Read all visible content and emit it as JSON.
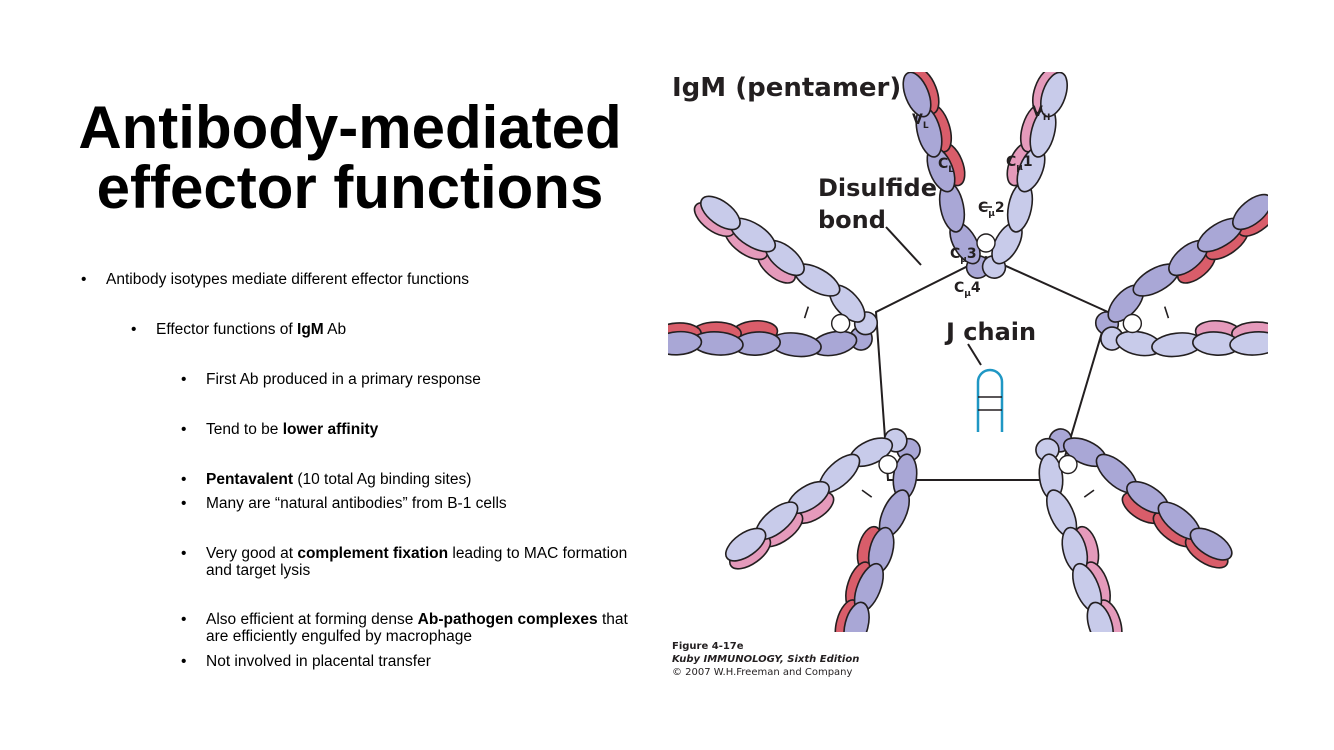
{
  "slide": {
    "title_line1": "Antibody-mediated",
    "title_line2": "effector functions"
  },
  "bullets": [
    {
      "level": 1,
      "segments": [
        {
          "t": "Antibody isotypes mediate different effector functions",
          "b": false
        }
      ]
    },
    {
      "level": 2,
      "segments": [
        {
          "t": "Effector functions of ",
          "b": false
        },
        {
          "t": "IgM",
          "b": true
        },
        {
          "t": " Ab",
          "b": false
        }
      ]
    },
    {
      "level": 3,
      "segments": [
        {
          "t": "First Ab produced in a primary response",
          "b": false
        }
      ]
    },
    {
      "level": 3,
      "segments": [
        {
          "t": "Tend to be ",
          "b": false
        },
        {
          "t": "lower affinity",
          "b": true
        }
      ]
    },
    {
      "level": 3,
      "segments": [
        {
          "t": "Pentavalent",
          "b": true
        },
        {
          "t": " (10 total Ag binding sites)",
          "b": false
        }
      ]
    },
    {
      "level": 3,
      "segments": [
        {
          "t": "Many are “natural antibodies” from B-1 cells",
          "b": false
        }
      ]
    },
    {
      "level": 3,
      "segments": [
        {
          "t": "Very good at ",
          "b": false
        },
        {
          "t": "complement fixation",
          "b": true
        },
        {
          "t": " leading to MAC formation and target lysis",
          "b": false
        }
      ]
    },
    {
      "level": 3,
      "segments": [
        {
          "t": "Also efficient at forming dense ",
          "b": false
        },
        {
          "t": "Ab-pathogen complexes",
          "b": true
        },
        {
          "t": " that are efficiently engulfed by macrophage",
          "b": false
        }
      ]
    },
    {
      "level": 3,
      "segments": [
        {
          "t": "Not involved in placental transfer",
          "b": false
        }
      ]
    }
  ],
  "bullet_glyph": "•",
  "figure": {
    "title": "IgM (pentamer)",
    "labels": {
      "disulfide_line1": "Disulfide",
      "disulfide_line2": "bond",
      "j_chain": "J chain",
      "vl": "V",
      "vl_sub": "L",
      "cl": "C",
      "cl_sub": "L",
      "vh": "V",
      "vh_sub": "H",
      "cmu": "C",
      "cmu_sub": "μ",
      "cmu1_num": "1",
      "cmu2_num": "2",
      "cmu3_num": "3",
      "cmu4_num": "4"
    },
    "colors": {
      "heavy_dark": "#a9a7d6",
      "heavy_light": "#c8cbea",
      "light_red": "#d95d6a",
      "light_pink": "#e59abb",
      "j_chain": "#1f97c4",
      "outline": "#231f20"
    },
    "caption_line1": "Figure 4-17e",
    "caption_line2": "Kuby IMMUNOLOGY, Sixth Edition",
    "caption_line3": "© 2007 W.H.Freeman and Company"
  }
}
